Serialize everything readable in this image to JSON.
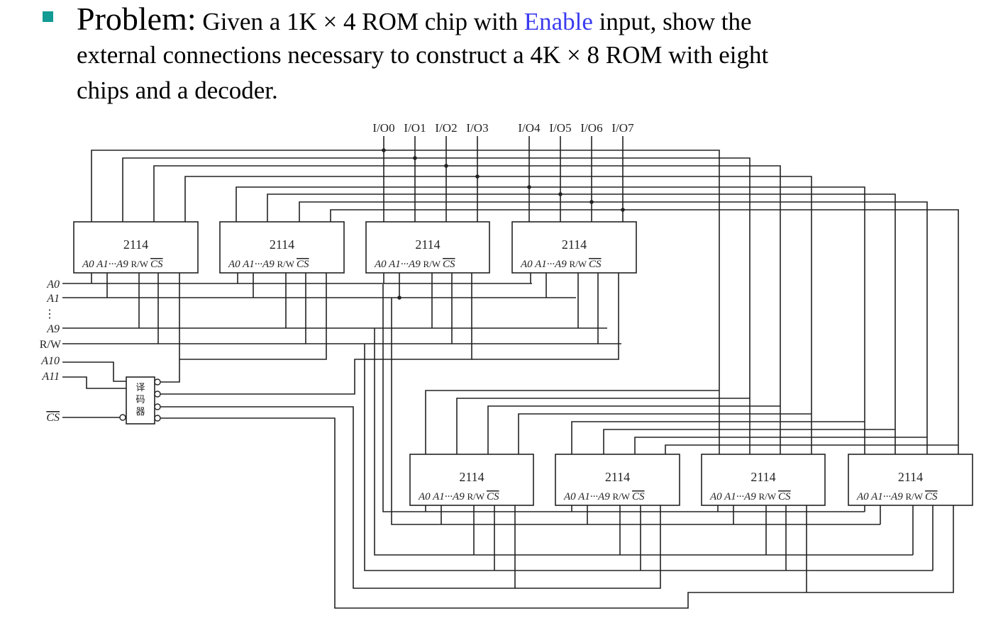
{
  "problem": {
    "lead": "Problem:",
    "line1_before": " Given a 1K × 4 ROM chip with ",
    "highlight": "Enable",
    "line1_after": " input, show the",
    "line2": "external connections necessary to construct a 4K × 8 ROM with eight",
    "line3": "chips and a decoder.",
    "highlight_color": "#3b3bf0",
    "bullet_color": "#129a94",
    "bullet_icon": "square-bullet-icon"
  },
  "diagram": {
    "io_labels": [
      "I/O0",
      "I/O1",
      "I/O2",
      "I/O3",
      "I/O4",
      "I/O5",
      "I/O6",
      "I/O7"
    ],
    "chip": {
      "part_number": "2114",
      "pins": [
        "A0",
        "A1···A9",
        "R/W",
        "CS"
      ]
    },
    "chip_count": 8,
    "input_labels": [
      "A0",
      "A1",
      "⋮",
      "A9",
      "R/W",
      "A10",
      "A11",
      "CS"
    ],
    "decoder_label": [
      "译",
      "码",
      "器"
    ],
    "decoder_outputs": 4
  }
}
